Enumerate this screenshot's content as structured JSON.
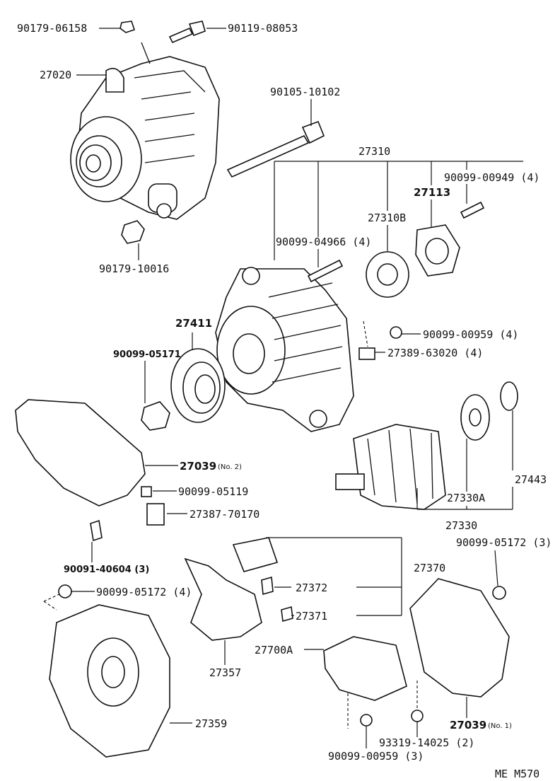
{
  "labels": {
    "p90179_06158": "90179-06158",
    "p90119_08053": "90119-08053",
    "p27020": "27020",
    "p90105_10102": "90105-10102",
    "p27310": "27310",
    "p90099_00949": "90099-00949 (4)",
    "p27113": "27113",
    "p27310B": "27310B",
    "p90179_10016": "90179-10016",
    "p90099_04966": "90099-04966 (4)",
    "p27411": "27411",
    "p90099_00959_4": "90099-00959 (4)",
    "p90099_05171": "90099-05171",
    "p27389_63020": "27389-63020 (4)",
    "p27039_no2": "27039",
    "no2": "(No. 2)",
    "p27443": "27443",
    "p90099_05119": "90099-05119",
    "p27330A": "27330A",
    "p27387_70170": "27387-70170",
    "p27330": "27330",
    "p90099_05172_3": "90099-05172 (3)",
    "p90091_40604": "90091-40604 (3)",
    "p27370": "27370",
    "p90099_05172_4": "90099-05172 (4)",
    "p27372": "27372",
    "p27371": "27371",
    "p27700A": "27700A",
    "p27357": "27357",
    "p27359": "27359",
    "p27039_no1": "27039",
    "no1": "(No. 1)",
    "p93319_14025": "93319-14025 (2)",
    "p90099_00959_3": "90099-00959 (3)",
    "code": "ME  M570"
  }
}
